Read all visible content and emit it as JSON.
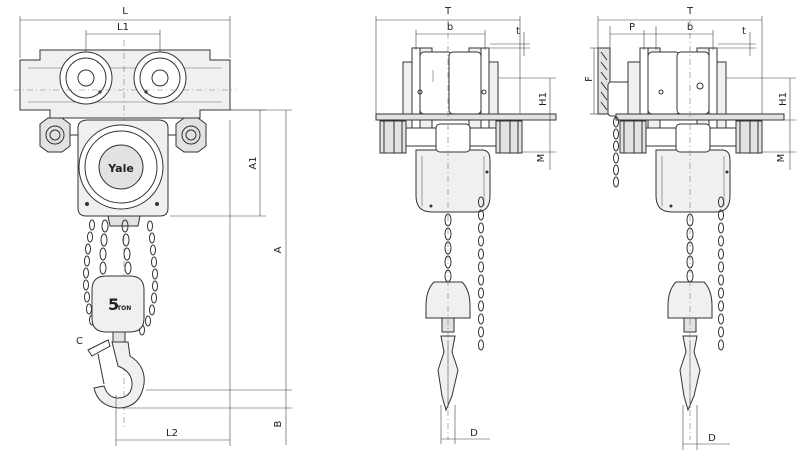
{
  "front_view": {
    "dim_L": "L",
    "dim_L1": "L1",
    "dim_L2": "L2",
    "dim_A": "A",
    "dim_A1": "A1",
    "dim_B": "B",
    "dim_C": "C",
    "brand": "Yale",
    "capacity_num": "5",
    "capacity_unit": "TON"
  },
  "side_view_standard": {
    "dim_T": "T",
    "dim_b": "b",
    "dim_t": "t",
    "dim_H1": "H1",
    "dim_M": "M",
    "dim_D": "D"
  },
  "side_view_geared": {
    "dim_T": "T",
    "dim_P": "P",
    "dim_b": "b",
    "dim_t": "t",
    "dim_F": "F",
    "dim_H1": "H1",
    "dim_M": "M",
    "dim_D": "D"
  }
}
